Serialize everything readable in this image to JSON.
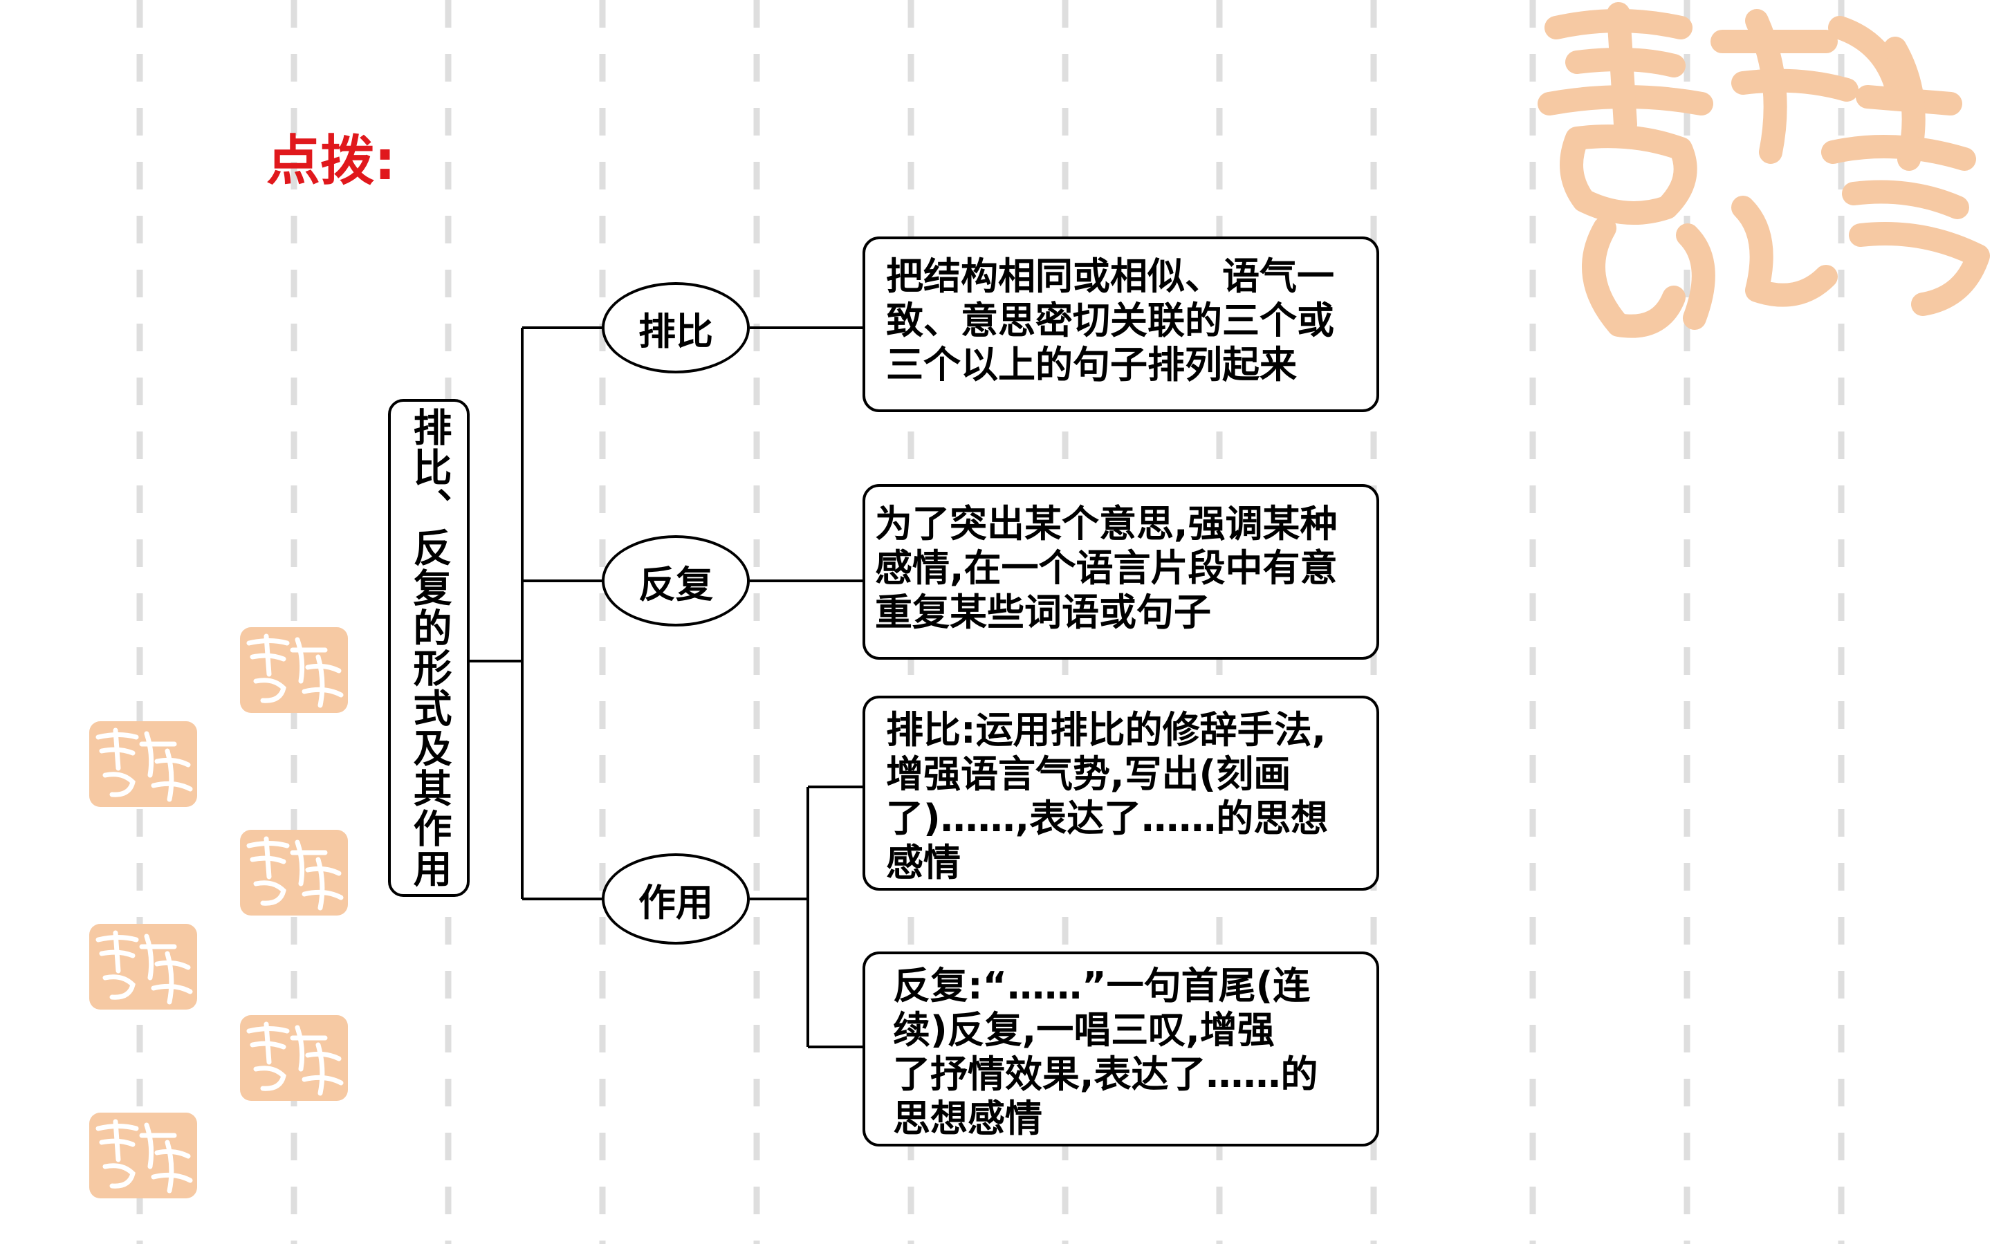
{
  "header": {
    "title": "点拨:"
  },
  "colors": {
    "title_red": "#e0181c",
    "seal_peach": "#f6c9a3",
    "stripe_gray": "#dedede",
    "line_black": "#000000"
  },
  "decorations": {
    "seal_icon": "seal-icon"
  },
  "diagram": {
    "root": {
      "label": "排比、反复的形式及其作用"
    },
    "branches": [
      {
        "label": "排比",
        "boxes": [
          {
            "lines": [
              "把结构相同或相似、语气一",
              "致、意思密切关联的三个或",
              "三个以上的句子排列起来"
            ]
          }
        ]
      },
      {
        "label": "反复",
        "boxes": [
          {
            "lines": [
              "为了突出某个意思,强调某种",
              "感情,在一个语言片段中有意",
              "重复某些词语或句子"
            ]
          }
        ]
      },
      {
        "label": "作用",
        "boxes": [
          {
            "lines": [
              "排比:运用排比的修辞手法,",
              "增强语言气势,写出(刻画",
              "了)……,表达了……的思想",
              "感情"
            ]
          },
          {
            "lines": [
              "反复:“……”一句首尾(连",
              "续)反复,一唱三叹,增强",
              "了抒情效果,表达了……的",
              "思想感情"
            ]
          }
        ]
      }
    ]
  }
}
